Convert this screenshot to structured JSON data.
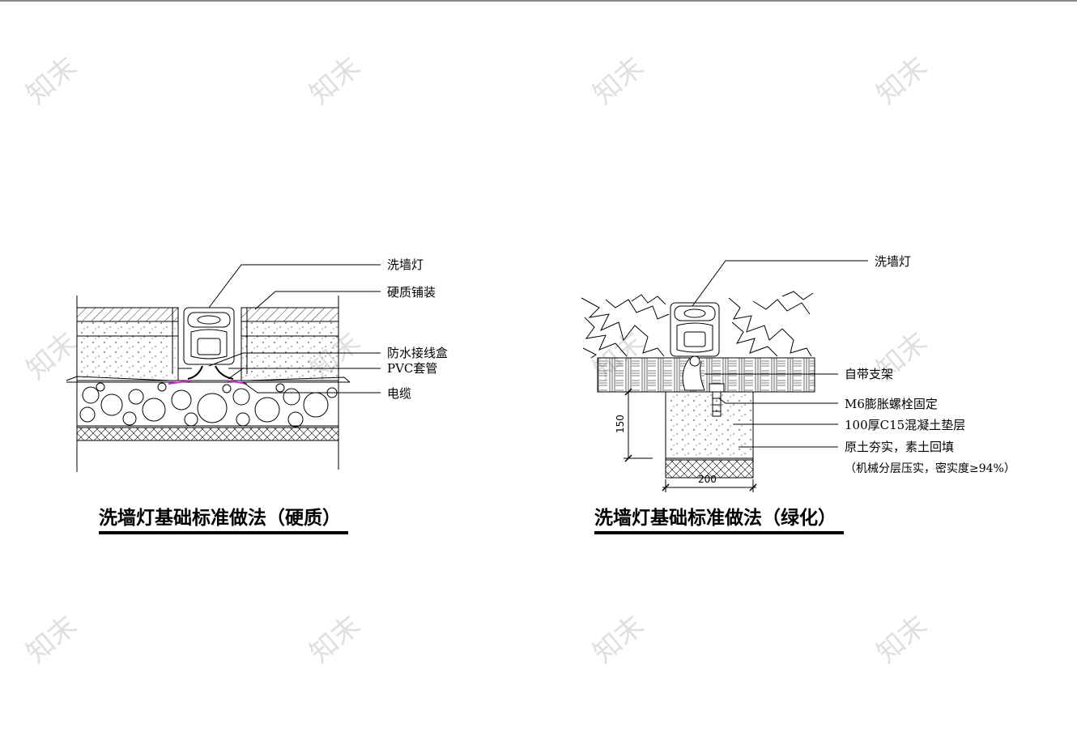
{
  "left_detail": {
    "title": "洗墙灯基础标准做法（硬质）",
    "labels": {
      "lamp": "洗墙灯",
      "paving": "硬质铺装",
      "junction_box": "防水接线盒",
      "pvc_sleeve": "PVC套管",
      "cable": "电缆"
    }
  },
  "right_detail": {
    "title": "洗墙灯基础标准做法（绿化）",
    "labels": {
      "lamp": "洗墙灯",
      "bracket": "自带支架",
      "bolt": "M6膨胀螺栓固定",
      "concrete": "100厚C15混凝土垫层",
      "backfill": "原土夯实，素土回填",
      "compaction": "（机械分层压实，密实度≥94%）"
    },
    "dimensions": {
      "height": "150",
      "width": "200"
    }
  },
  "watermark": "知末",
  "colors": {
    "line": "#000000",
    "pvc_highlight": "#cc33cc",
    "watermark": "#dcdcdc",
    "top_border": "#888888"
  }
}
